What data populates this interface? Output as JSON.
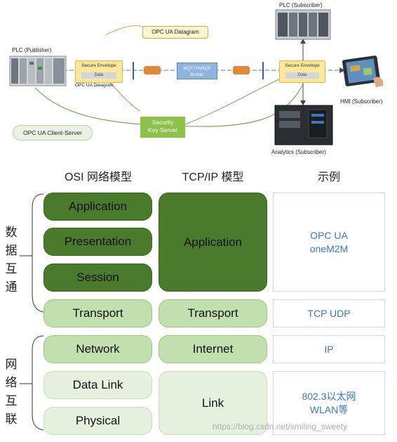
{
  "top": {
    "plc_publisher": "PLC (Publisher)",
    "plc_subscriber": "PLC (Subscriber)",
    "hmi_subscriber": "HMI (Subscriber)",
    "analytics_subscriber": "Analytics (Subscriber)",
    "opc_ua_datagram_callout": "OPC UA Datagram",
    "left_envelope": {
      "title": "Secure Envelope",
      "data": "Data",
      "caption": "OPC UA Datagram"
    },
    "right_envelope": {
      "title": "Secure Envelope",
      "data": "Data"
    },
    "broker": {
      "line1": "MQTT/AMQP",
      "line2": "Broker"
    },
    "key_server": {
      "line1": "Security",
      "line2": "Key Server"
    },
    "client_server": "OPC UA Client-Server"
  },
  "table": {
    "headers": {
      "osi": "OSI 网络模型",
      "tcpip": "TCP/IP 模型",
      "example": "示例"
    },
    "group_labels": {
      "upper": [
        "数",
        "据",
        "互",
        "通"
      ],
      "lower": [
        "网",
        "络",
        "互",
        "联"
      ]
    },
    "osi": [
      "Application",
      "Presentation",
      "Session",
      "Transport",
      "Network",
      "Data Link",
      "Physical"
    ],
    "tcpip": [
      "Application",
      "Transport",
      "Internet",
      "Link"
    ],
    "examples": {
      "app": [
        "OPC UA",
        "oneM2M"
      ],
      "transport": "TCP UDP",
      "internet": "IP",
      "link": [
        "802.3以太网",
        "WLAN等"
      ]
    }
  },
  "watermark": "https://blog.csdn.net/smiling_sweety",
  "colors": {
    "dark_green": "#4a7a2c",
    "light_green": "#c2dfae",
    "pale_green": "#e7f1df",
    "example_blue": "#3a79c8"
  }
}
